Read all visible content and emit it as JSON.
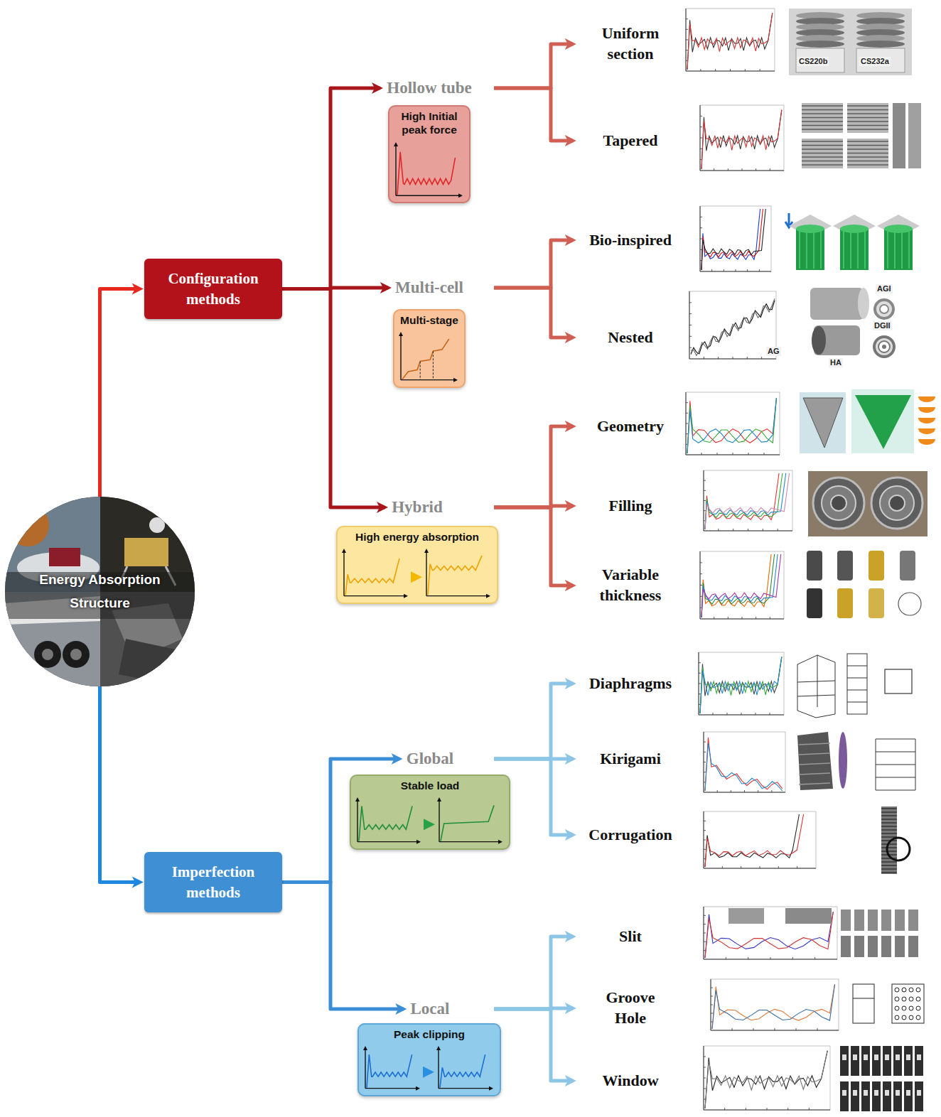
{
  "diagram": {
    "nodes": [
      {
        "text": [
          "Energy Absorption Structure"
        ]
      },
      {
        "text": [
          "Configuration methods"
        ]
      },
      {
        "text": [
          "Imperfection methods"
        ]
      },
      {
        "text": [
          "Hollow tube",
          "High Initial peak force"
        ]
      },
      {
        "text": [
          "Multi-cell",
          "Multi-stage"
        ]
      },
      {
        "text": [
          "Hybrid",
          "High energy absorption"
        ]
      },
      {
        "text": [
          "Uniform section"
        ]
      },
      {
        "text": [
          "Tapered"
        ]
      },
      {
        "text": [
          "Bio-inspired"
        ]
      },
      {
        "text": [
          "Nested"
        ]
      },
      {
        "text": [
          "Geometry"
        ]
      },
      {
        "text": [
          "Filling"
        ]
      },
      {
        "text": [
          "Variable thickness"
        ]
      },
      {
        "text": [
          "Global",
          "Stable load"
        ]
      },
      {
        "text": [
          "Local",
          "Peak clipping"
        ]
      },
      {
        "text": [
          "Diaphragms"
        ]
      },
      {
        "text": [
          "Kirigami"
        ]
      },
      {
        "text": [
          "Corrugation"
        ]
      },
      {
        "text": [
          "Slit"
        ]
      },
      {
        "text": [
          "Groove Hole"
        ]
      },
      {
        "text": [
          "Window"
        ]
      }
    ],
    "edges": [
      {
        "from": 0,
        "to": 1,
        "arrow": "to"
      },
      {
        "from": 0,
        "to": 2,
        "arrow": "to"
      },
      {
        "from": 1,
        "to": 3,
        "arrow": "to"
      },
      {
        "from": 1,
        "to": 4,
        "arrow": "to"
      },
      {
        "from": 1,
        "to": 5,
        "arrow": "to"
      },
      {
        "from": 3,
        "to": 6,
        "arrow": "to"
      },
      {
        "from": 3,
        "to": 7,
        "arrow": "to"
      },
      {
        "from": 4,
        "to": 8,
        "arrow": "to"
      },
      {
        "from": 4,
        "to": 9,
        "arrow": "to"
      },
      {
        "from": 5,
        "to": 10,
        "arrow": "to"
      },
      {
        "from": 5,
        "to": 11,
        "arrow": "to"
      },
      {
        "from": 5,
        "to": 12,
        "arrow": "to"
      },
      {
        "from": 2,
        "to": 13,
        "arrow": "to"
      },
      {
        "from": 2,
        "to": 14,
        "arrow": "to"
      },
      {
        "from": 13,
        "to": 15,
        "arrow": "to"
      },
      {
        "from": 13,
        "to": 16,
        "arrow": "to"
      },
      {
        "from": 13,
        "to": 17,
        "arrow": "to"
      },
      {
        "from": 14,
        "to": 18,
        "arrow": "to"
      },
      {
        "from": 14,
        "to": 19,
        "arrow": "to"
      },
      {
        "from": 14,
        "to": 20,
        "arrow": "to"
      }
    ],
    "labels": [
      "CS220b",
      "CS232a",
      "AG",
      "AGI",
      "DGII",
      "HA"
    ]
  }
}
